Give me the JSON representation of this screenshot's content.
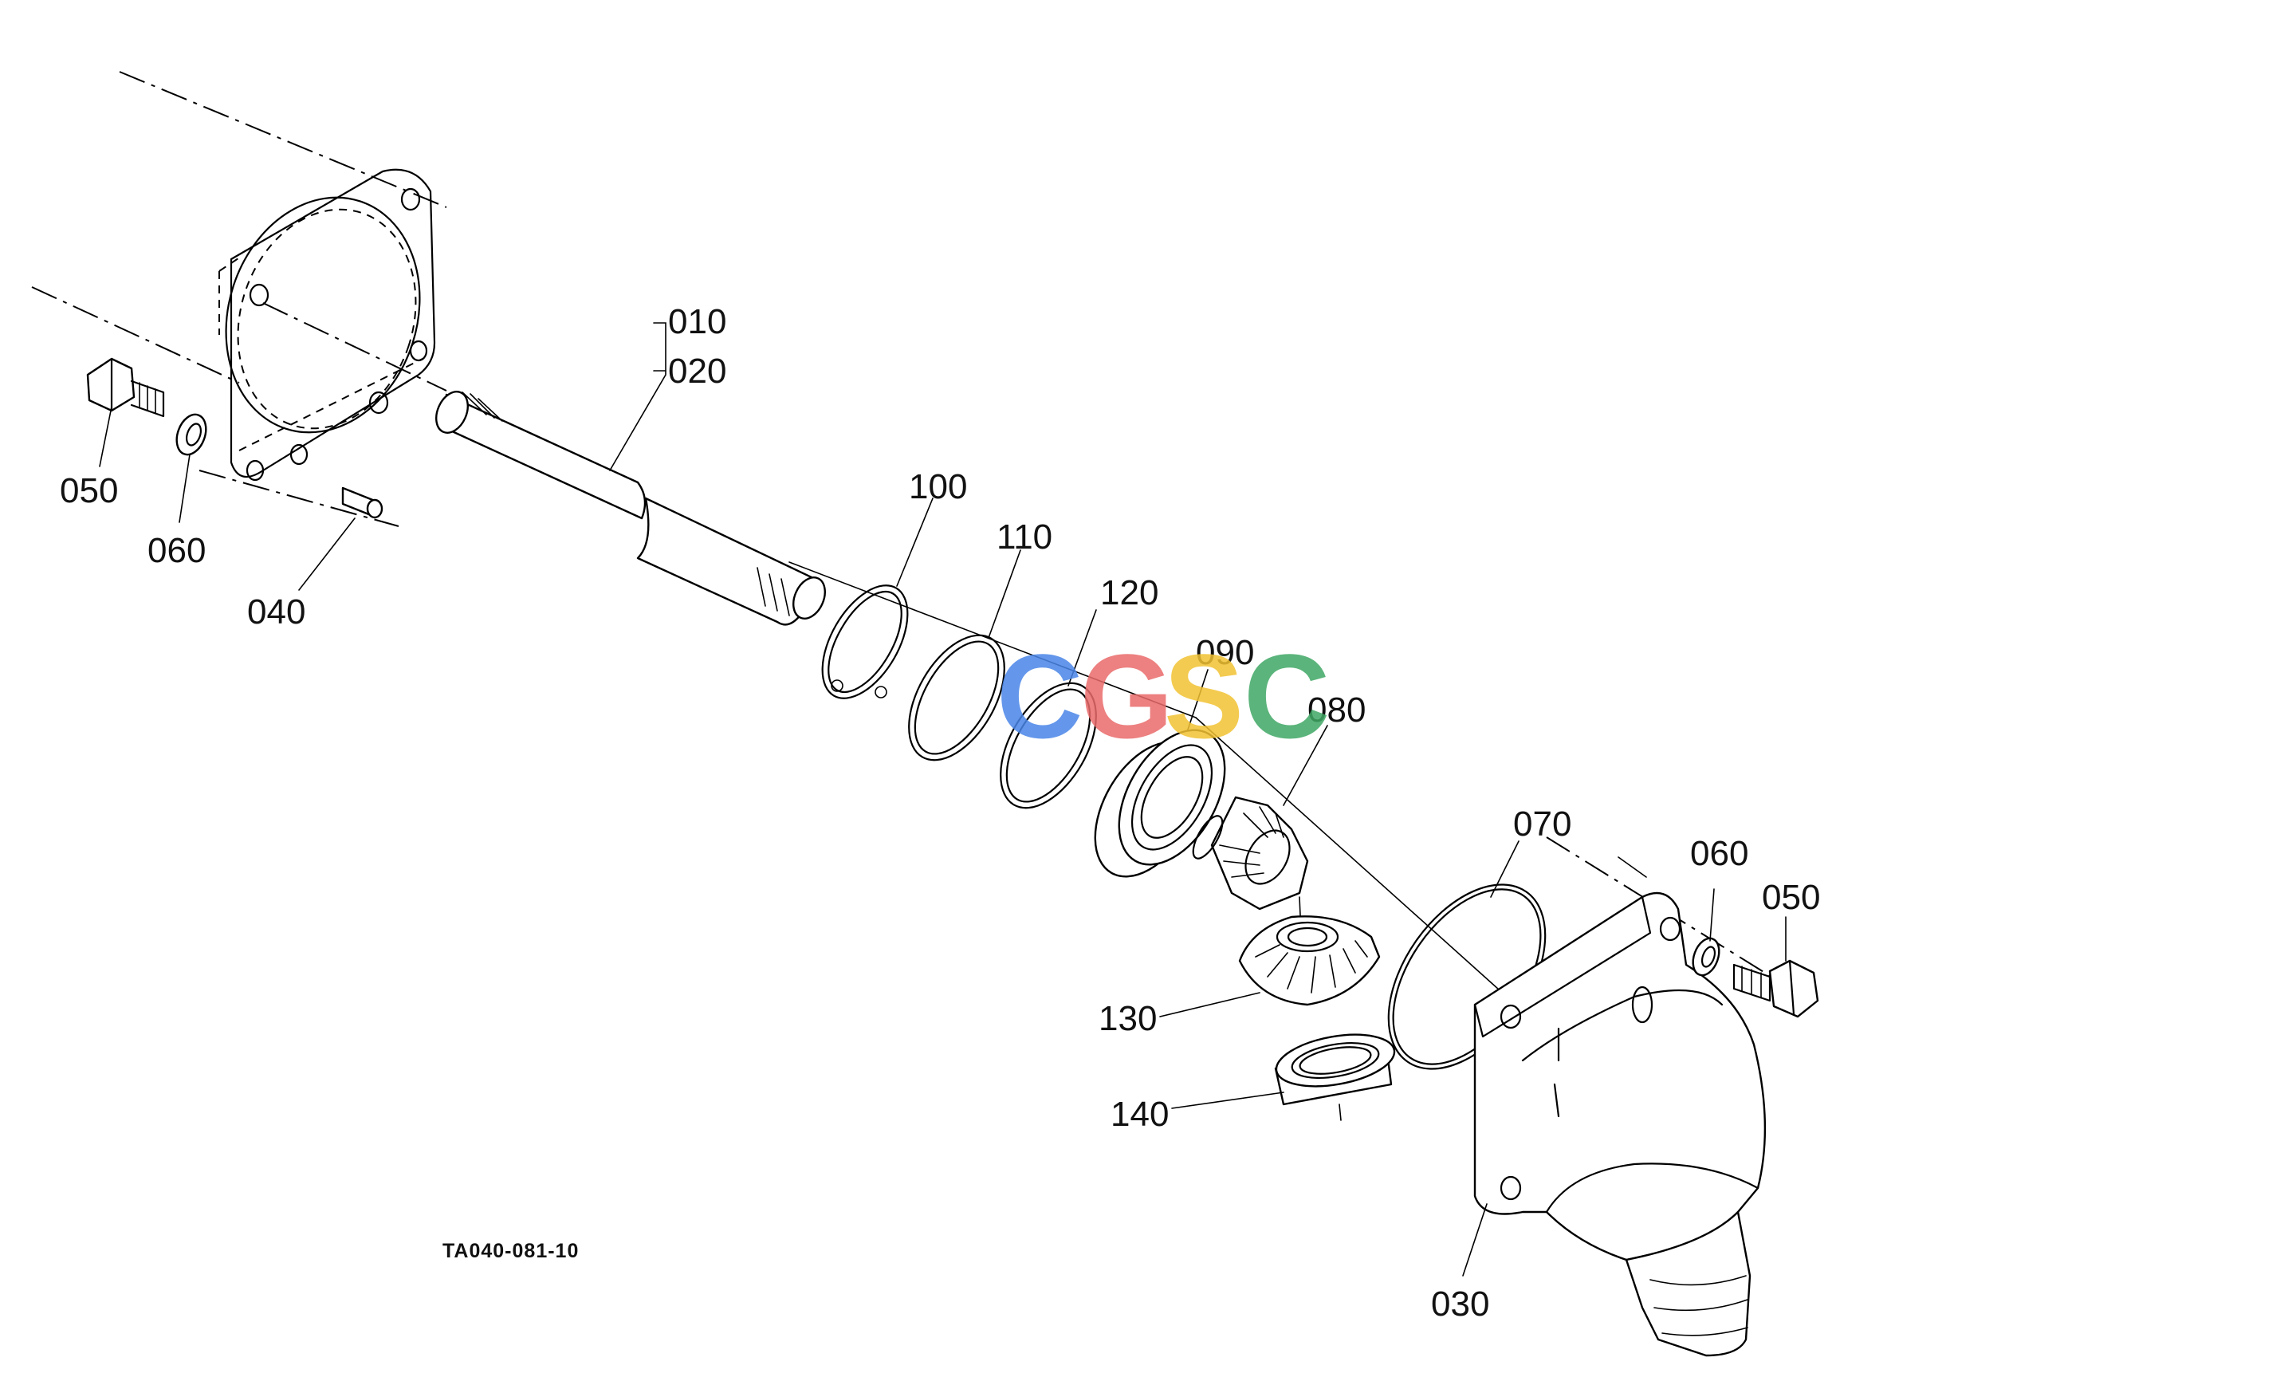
{
  "drawing": {
    "code": "TA040-081-10"
  },
  "callouts": [
    {
      "id": "c010",
      "text": "010"
    },
    {
      "id": "c020",
      "text": "020"
    },
    {
      "id": "c050a",
      "text": "050"
    },
    {
      "id": "c060a",
      "text": "060"
    },
    {
      "id": "c040",
      "text": "040"
    },
    {
      "id": "c100",
      "text": "100"
    },
    {
      "id": "c110",
      "text": "110"
    },
    {
      "id": "c120",
      "text": "120"
    },
    {
      "id": "c090",
      "text": "090"
    },
    {
      "id": "c080",
      "text": "080"
    },
    {
      "id": "c070",
      "text": "070"
    },
    {
      "id": "c060b",
      "text": "060"
    },
    {
      "id": "c050b",
      "text": "050"
    },
    {
      "id": "c130",
      "text": "130"
    },
    {
      "id": "c140",
      "text": "140"
    },
    {
      "id": "c030",
      "text": "030"
    }
  ],
  "watermark": {
    "letters": [
      "C",
      "G",
      "S",
      "C"
    ],
    "colors": [
      "#4A86E8",
      "#EA6B6B",
      "#F2C232",
      "#3FA864"
    ]
  }
}
